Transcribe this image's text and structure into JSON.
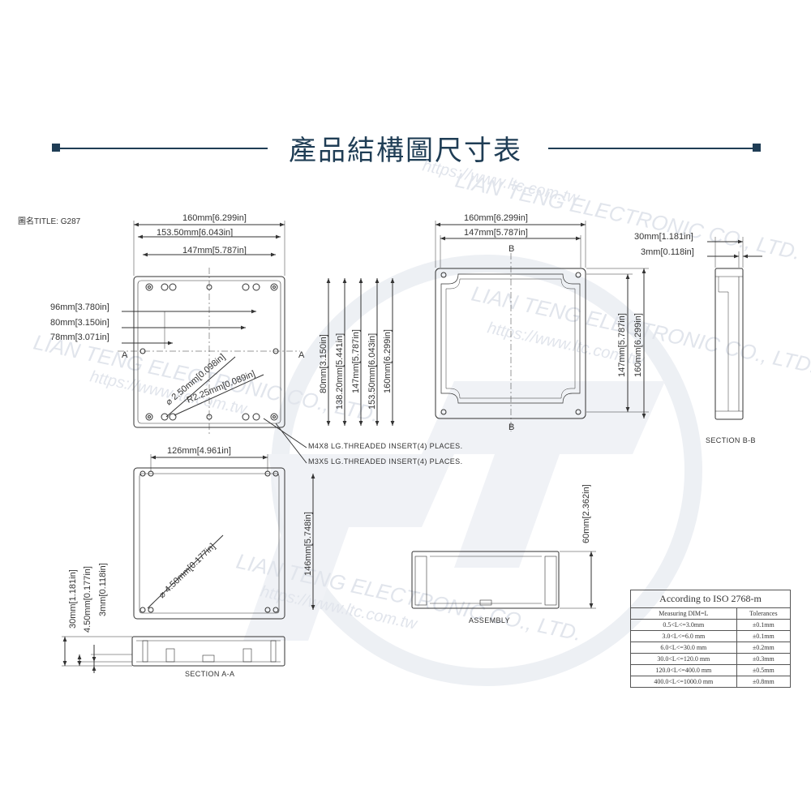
{
  "header": {
    "title": "產品結構圖尺寸表"
  },
  "drawing": {
    "title": "圖名TITLE:  G287"
  },
  "watermark": {
    "company": "LIAN TENG ELECTRONIC CO., LTD.",
    "url": "https://www.ltc.com.tw"
  },
  "top_view": {
    "widths": [
      "160mm",
      "6.299in",
      "153.50mm",
      "6.043in",
      "147mm",
      "5.787in"
    ],
    "left_dims": [
      "96mm",
      "3.780in",
      "80mm",
      "3.150in",
      "78mm",
      "3.071in"
    ],
    "right_dims": [
      "80mm",
      "3.150in",
      "138.20mm",
      "5.441in",
      "147mm",
      "5.787in",
      "153.50mm",
      "6.043in",
      "160mm",
      "6.299in"
    ],
    "hole_dia": "⌀ 2.50mm",
    "hole_dia_in": "0.098in",
    "radius": "R2.25mm",
    "radius_in": "0.089in",
    "section_mark": "A",
    "notes": [
      "M4X8 LG.THREADED INSERT(4) PLACES.",
      "M3X5 LG.THREADED INSERT(4) PLACES."
    ]
  },
  "lid_view": {
    "width": "126mm",
    "width_in": "4.961in",
    "height": "146mm",
    "height_in": "5.748in",
    "hole_dia": "⌀ 4.50mm",
    "hole_dia_in": "0.177in"
  },
  "section_aa": {
    "label": "SECTION A-A",
    "dims": [
      "30mm",
      "1.181in",
      "4.50mm",
      "0.177in",
      "3mm",
      "0.118in"
    ]
  },
  "inner_view": {
    "widths": [
      "160mm",
      "6.299in",
      "147mm",
      "5.787in"
    ],
    "heights": [
      "147mm",
      "5.787in",
      "160mm",
      "6.299in"
    ],
    "section_mark": "B"
  },
  "section_bb": {
    "label": "SECTION B-B",
    "dims": [
      "30mm",
      "1.181in",
      "3mm",
      "0.118in"
    ]
  },
  "assembly": {
    "label": "ASSEMBLY",
    "height": "60mm",
    "height_in": "2.362in"
  },
  "tolerance_table": {
    "title": "According to ISO 2768-m",
    "headers": [
      "Measuring  DIM=L",
      "Tolerances"
    ],
    "rows": [
      [
        "0.5<L<=3.0mm",
        "±0.1mm"
      ],
      [
        "3.0<L<=6.0 mm",
        "±0.1mm"
      ],
      [
        "6.0<L<=30.0 mm",
        "±0.2mm"
      ],
      [
        "30.0<L<=120.0 mm",
        "±0.3mm"
      ],
      [
        "120.0<L<=400.0 mm",
        "±0.5mm"
      ],
      [
        "400.0<L<=1000.0 mm",
        "±0.8mm"
      ]
    ]
  },
  "colors": {
    "accent": "#1f3d55",
    "line": "#333333",
    "watermark": "#c9cfdc"
  }
}
